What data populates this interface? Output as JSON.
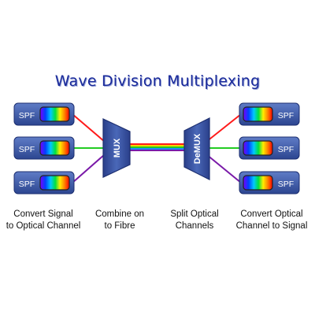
{
  "title": "Wave Division Multiplexing",
  "left_units": [
    {
      "label": "SPF",
      "fiber_color": "#ff1a1a"
    },
    {
      "label": "SPF",
      "fiber_color": "#22cc22"
    },
    {
      "label": "SPF",
      "fiber_color": "#7a1aa8"
    }
  ],
  "right_units": [
    {
      "label": "SPF",
      "fiber_color": "#ff1a1a"
    },
    {
      "label": "SPF",
      "fiber_color": "#22cc22"
    },
    {
      "label": "SPF",
      "fiber_color": "#7a1aa8"
    }
  ],
  "mux_label": "MUX",
  "demux_label": "DeMUX",
  "captions": {
    "convert_signal": "Convert Signal\nto Optical Channel",
    "combine": "Combine on\nto Fibre",
    "split": "Split Optical\nChannels",
    "convert_optical": "Convert Optical\nChannel to Signal"
  },
  "colors": {
    "panel": "#3f5aa6",
    "title": "#1a2a9a",
    "red": "#ff1a1a",
    "green": "#22cc22",
    "purple": "#7a1aa8"
  }
}
